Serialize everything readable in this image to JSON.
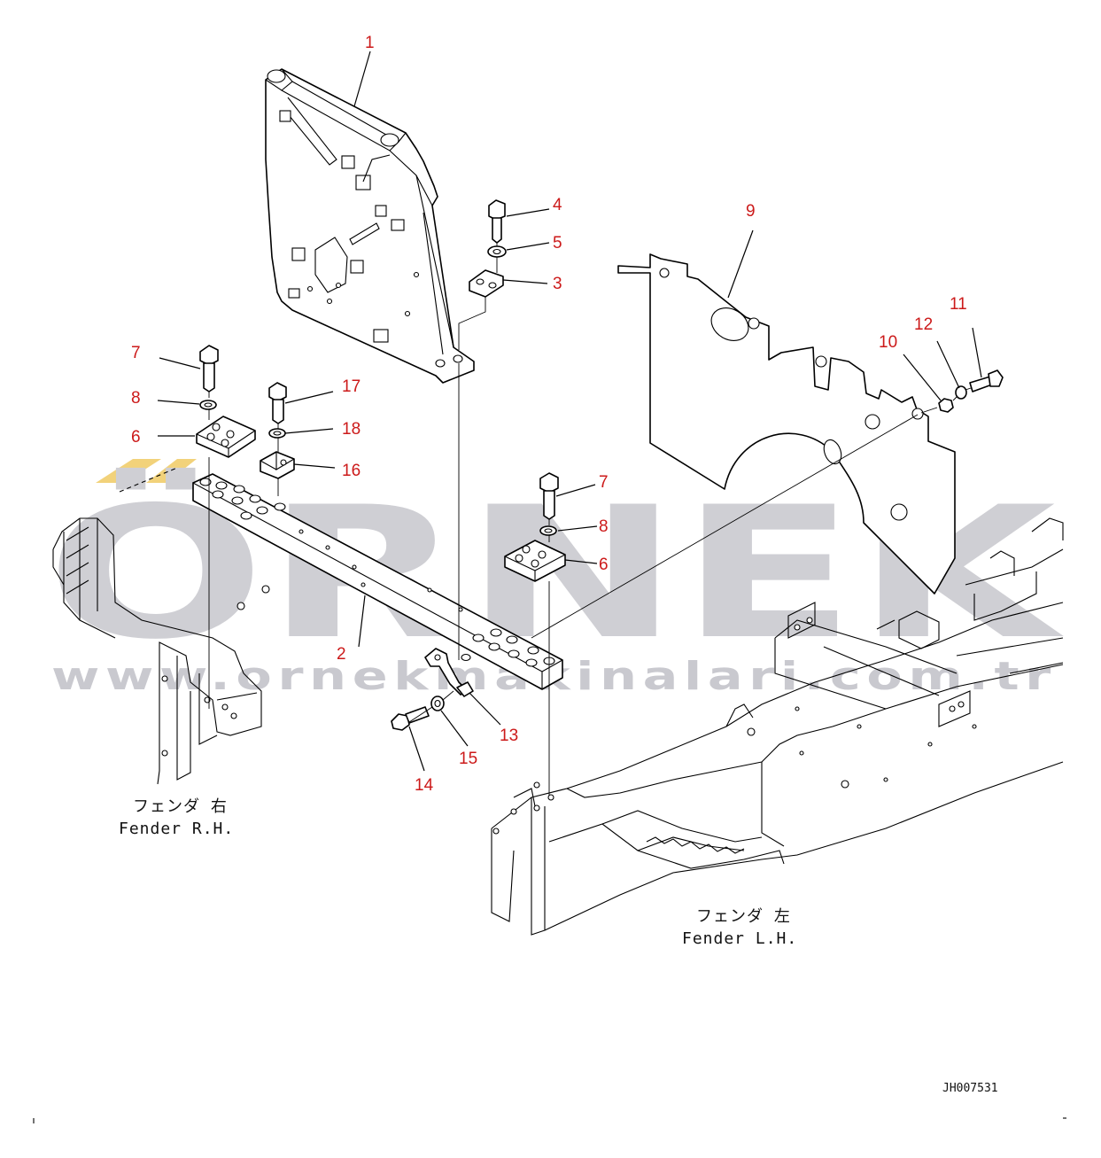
{
  "watermark": {
    "brand": "ÖRNEK",
    "url": "www.ornekmakinalari.com.tr",
    "accent_color": "#f2d27a",
    "text_color": "#cfcfd4"
  },
  "labels": {
    "fender_rh_jp": "フェンダ 右",
    "fender_rh_en": "Fender R.H.",
    "fender_lh_jp": "フェンダ 左",
    "fender_lh_en": "Fender L.H.",
    "drawing_number": "JH007531"
  },
  "callouts": {
    "c1": "1",
    "c2": "2",
    "c3": "3",
    "c4": "4",
    "c5": "5",
    "c6a": "6",
    "c6b": "6",
    "c7a": "7",
    "c7b": "7",
    "c8a": "8",
    "c8b": "8",
    "c9": "9",
    "c10": "10",
    "c11": "11",
    "c12": "12",
    "c13": "13",
    "c14": "14",
    "c15": "15",
    "c16": "16",
    "c17": "17",
    "c18": "18"
  },
  "colors": {
    "callout": "#cc1a1a",
    "line": "#000000"
  }
}
